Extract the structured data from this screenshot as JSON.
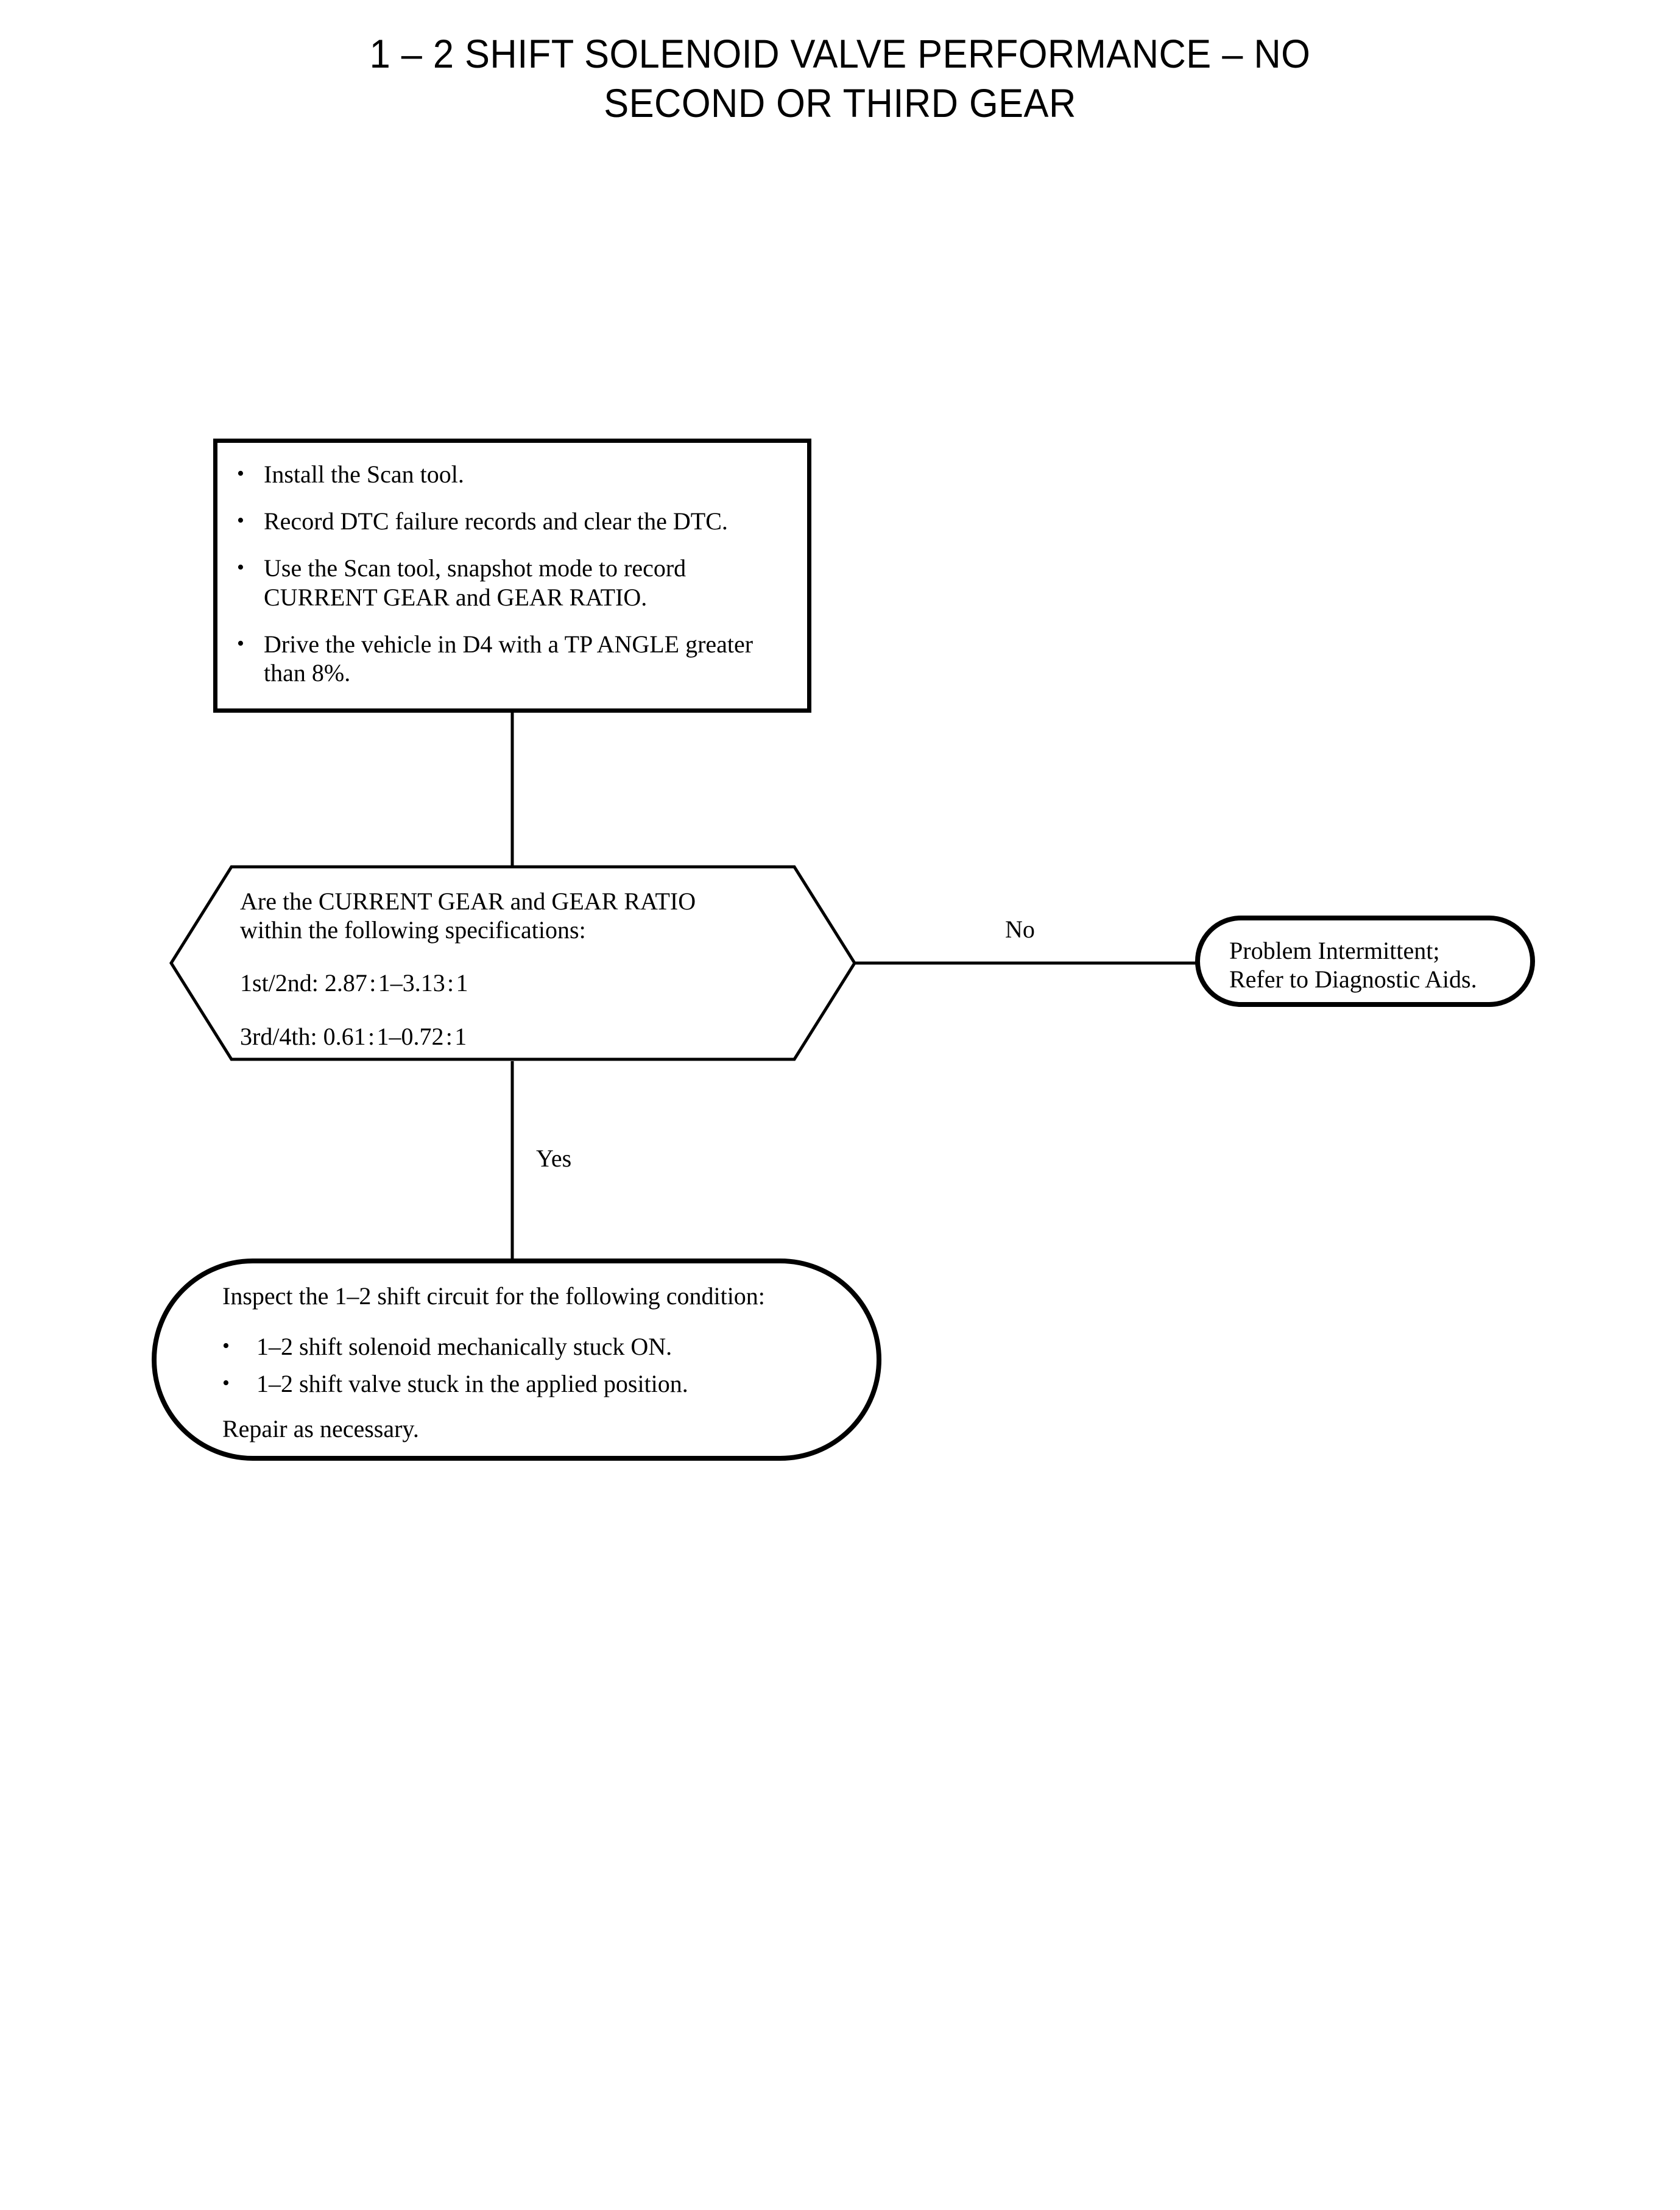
{
  "title": {
    "line1": "1 – 2 SHIFT SOLENOID VALVE PERFORMANCE – NO",
    "line2": "SECOND OR THIRD GEAR"
  },
  "process_box": {
    "bullet_marker": "•",
    "items": [
      {
        "lines": [
          "Install the Scan tool."
        ]
      },
      {
        "lines": [
          "Record DTC failure records and clear the DTC."
        ]
      },
      {
        "lines": [
          "Use the Scan tool, snapshot mode to record",
          "CURRENT GEAR and GEAR RATIO."
        ]
      },
      {
        "lines": [
          "Drive the vehicle in D4 with a TP ANGLE greater",
          "than 8%."
        ]
      }
    ]
  },
  "decision": {
    "question_line1": "Are the CURRENT GEAR and GEAR RATIO",
    "question_line2": "within the following specifications:",
    "spec1": "1st/2nd:  2.87 : 1–3.13 : 1",
    "spec2": "3rd/4th:  0.61 : 1–0.72 : 1"
  },
  "branches": {
    "no_label": "No",
    "yes_label": "Yes"
  },
  "intermittent": {
    "line1": "Problem Intermittent;",
    "line2": "Refer to Diagnostic Aids."
  },
  "inspect": {
    "intro": "Inspect the 1–2 shift circuit for the following condition:",
    "bullet_marker": "•",
    "items": [
      "1–2 shift solenoid mechanically stuck ON.",
      "1–2 shift valve stuck in the applied position."
    ],
    "closing": "Repair as necessary."
  },
  "style": {
    "stroke_color": "#000000",
    "background": "#ffffff"
  }
}
